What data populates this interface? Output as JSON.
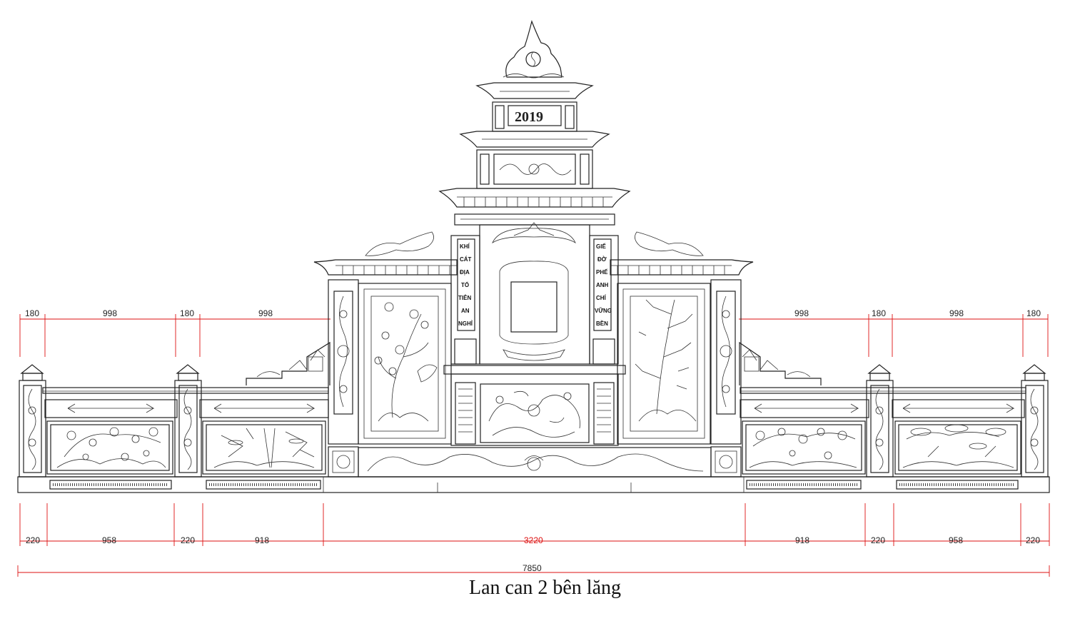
{
  "caption": "Lan can 2 bên lăng",
  "year_plaque": "2019",
  "couplet_left": [
    "KHÍ",
    "CÁT",
    "ĐỊA",
    "TỔ",
    "TIÊN",
    "AN",
    "NGHỈ"
  ],
  "couplet_right": [
    "GIẾ",
    "ĐỜ",
    "PHẾ",
    "ANH",
    "CHÍ",
    "VỮNG",
    "BỀN"
  ],
  "top_dimensions": [
    "180",
    "998",
    "180",
    "998",
    "998",
    "180",
    "998",
    "180"
  ],
  "bottom_dimensions": [
    "220",
    "958",
    "220",
    "918",
    "3220",
    "918",
    "220",
    "958",
    "220"
  ],
  "total_dimension": "7850",
  "colors": {
    "dimension_line": "#dd1111",
    "drawing_line": "#222222"
  }
}
